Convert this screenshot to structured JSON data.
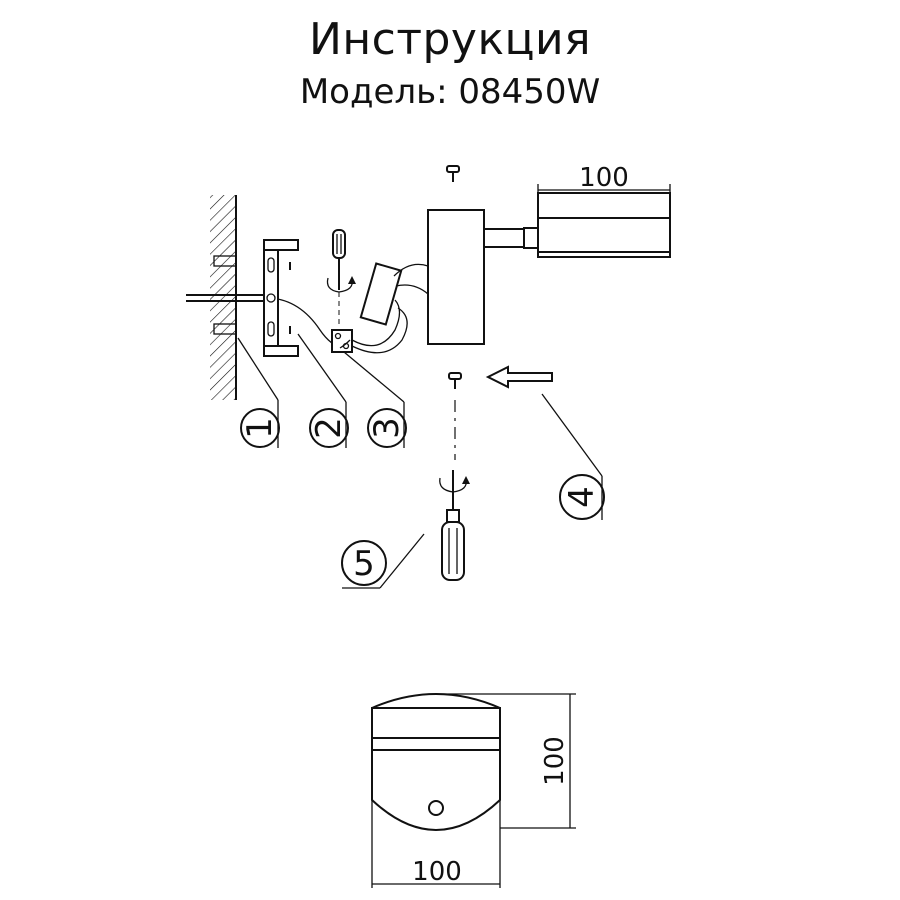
{
  "header": {
    "title": "Инструкция",
    "model_line": "Модель: 08450W"
  },
  "callouts": [
    "1",
    "2",
    "3",
    "4",
    "5"
  ],
  "dimensions": {
    "top_width": "100",
    "front_width": "100",
    "front_height": "100"
  }
}
